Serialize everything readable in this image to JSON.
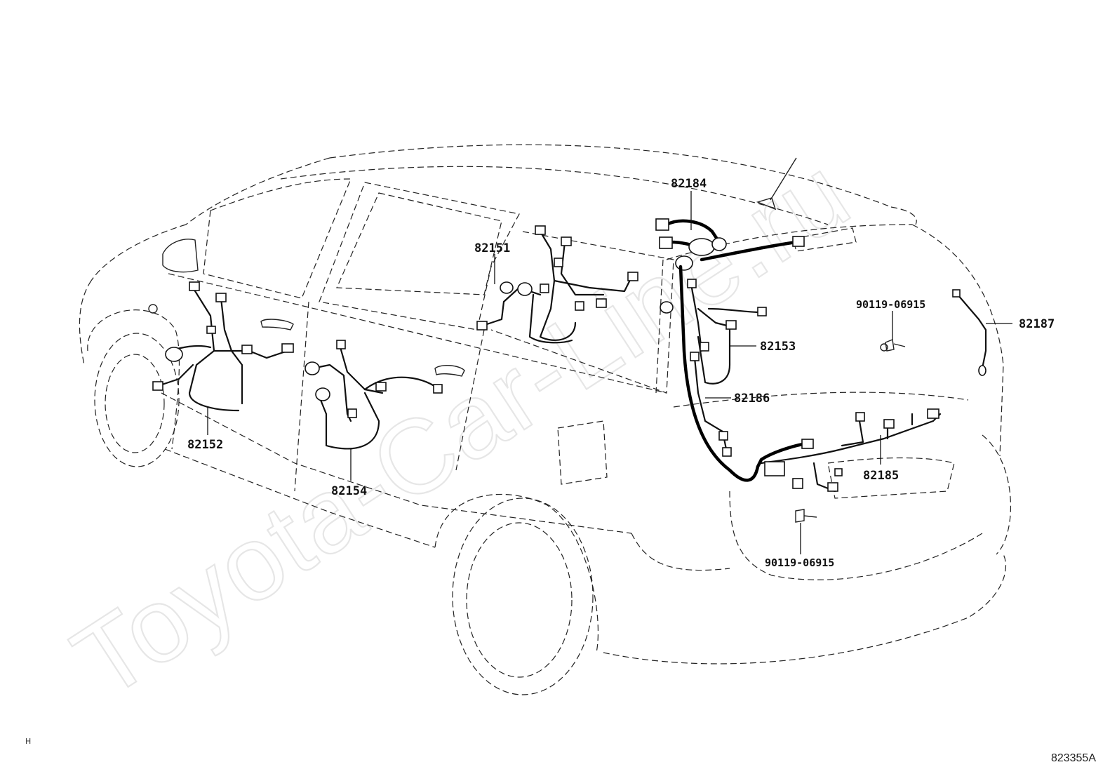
{
  "watermark": "Toyota-Car-Line.ru",
  "parts": [
    {
      "id": "p82184",
      "number": "82184"
    },
    {
      "id": "p82151",
      "number": "82151"
    },
    {
      "id": "p82153",
      "number": "82153"
    },
    {
      "id": "p82186",
      "number": "82186"
    },
    {
      "id": "p82187",
      "number": "82187"
    },
    {
      "id": "p82152",
      "number": "82152"
    },
    {
      "id": "p82154",
      "number": "82154"
    },
    {
      "id": "p82185",
      "number": "82185"
    }
  ],
  "bolts": [
    {
      "id": "bolt-upper",
      "number": "90119-06915"
    },
    {
      "id": "bolt-lower",
      "number": "90119-06915"
    }
  ],
  "footer": {
    "left_mark": "H",
    "figure_code": "823355A"
  }
}
